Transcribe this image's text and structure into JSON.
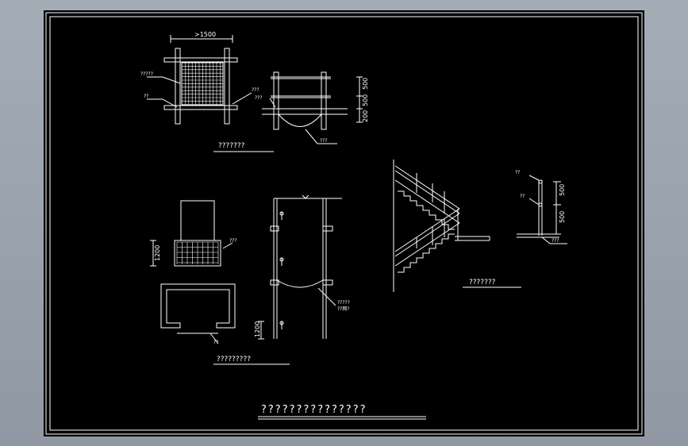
{
  "colors": {
    "background": "#000000",
    "line": "#ffffff",
    "viewport": "#9aa3ad"
  },
  "drawing": {
    "title": "???????????????",
    "top_left": {
      "caption": "???????",
      "width_dim": ">1500",
      "label_net": "?????",
      "label_pole": "??",
      "label_bar": "???",
      "label_bag": "???",
      "dim_500a": "500",
      "dim_500b": "500",
      "dim_200": "200"
    },
    "mid_left": {
      "caption": "?????????",
      "dim_1200": "1200",
      "label_net": "???",
      "label_base": "??"
    },
    "shaft": {
      "label_net1": "?????",
      "label_net2": "??网?",
      "dim_1200": "1200"
    },
    "stair": {
      "caption": "???????",
      "label_top": "??",
      "label_mid": "??",
      "label_bottom": "???",
      "dim_500a": "500",
      "dim_500b": "500"
    }
  }
}
